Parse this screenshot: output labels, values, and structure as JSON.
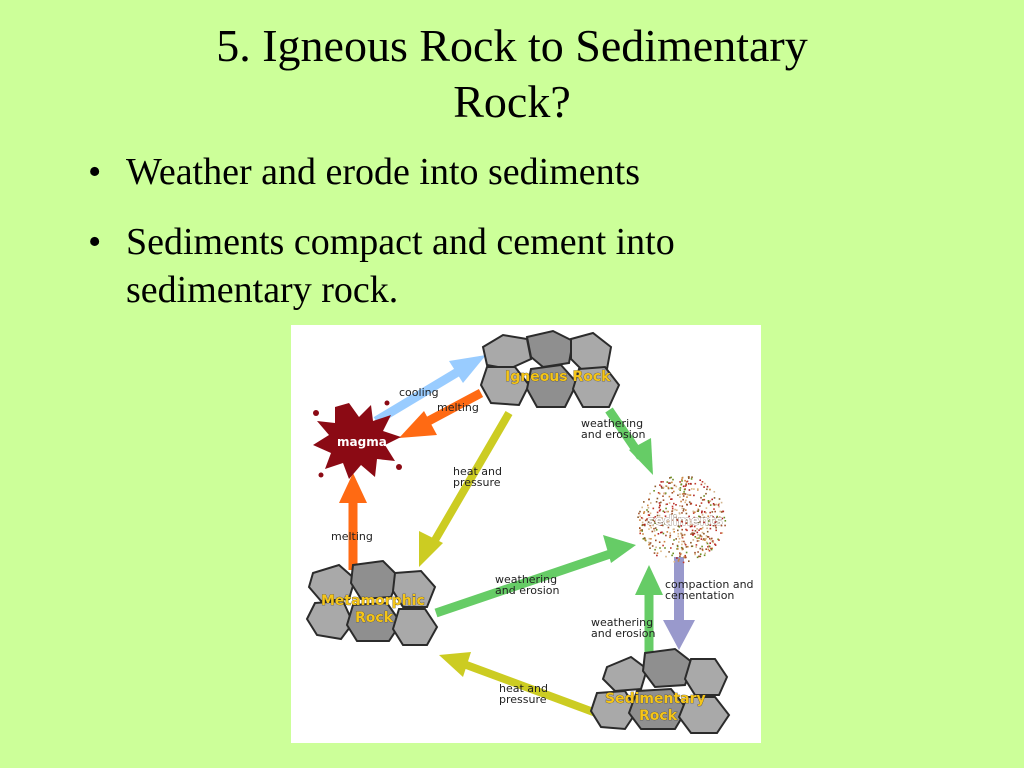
{
  "slide": {
    "title_line1": "5. Igneous Rock to Sedimentary",
    "title_line2": "Rock?",
    "bullets": [
      "Weather and erode into sediments",
      "Sediments compact and cement into sedimentary rock."
    ]
  },
  "diagram": {
    "nodes": {
      "igneous": "Igneous Rock",
      "magma": "magma",
      "sediments": "sediments",
      "metamorphic_line1": "Metamorphic",
      "metamorphic_line2": "Rock",
      "sedimentary_line1": "Sedimentary",
      "sedimentary_line2": "Rock"
    },
    "arrows": {
      "cooling": "cooling",
      "melting_top": "melting",
      "melting_left": "melting",
      "weathering_top_1": "weathering",
      "weathering_top_2": "and erosion",
      "heat_top_1": "heat and",
      "heat_top_2": "pressure",
      "weathering_mid_1": "weathering",
      "weathering_mid_2": "and erosion",
      "compaction_1": "compaction and",
      "compaction_2": "cementation",
      "weathering_sed_1": "weathering",
      "weathering_sed_2": "and erosion",
      "heat_bottom_1": "heat and",
      "heat_bottom_2": "pressure"
    },
    "colors": {
      "cooling": "#99ccff",
      "melting": "#ff6a13",
      "weathering": "#66cc66",
      "heat_pressure": "#cccc22",
      "compaction": "#9999cc",
      "magma": "#8b0a14"
    }
  }
}
